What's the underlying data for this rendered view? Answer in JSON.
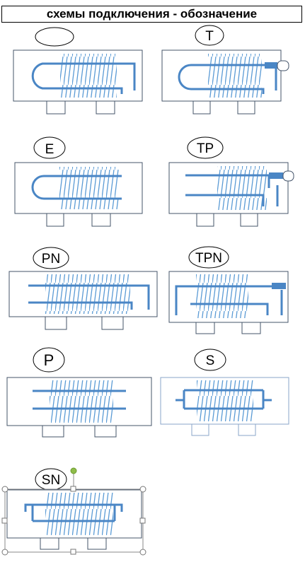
{
  "title": "схемы подключения - обозначение",
  "colors": {
    "pipe": "#4a86c5",
    "coil": "#5b9bd5",
    "box": "#44546a",
    "handle": "#8fbc4a"
  },
  "diagrams": [
    {
      "label": "",
      "selected": false
    },
    {
      "label": "T",
      "selected": false
    },
    {
      "label": "E",
      "selected": false
    },
    {
      "label": "TP",
      "selected": false
    },
    {
      "label": "PN",
      "selected": false
    },
    {
      "label": "TPN",
      "selected": false
    },
    {
      "label": "P",
      "selected": false
    },
    {
      "label": "S",
      "selected": false
    },
    {
      "label": "SN",
      "selected": true
    }
  ]
}
